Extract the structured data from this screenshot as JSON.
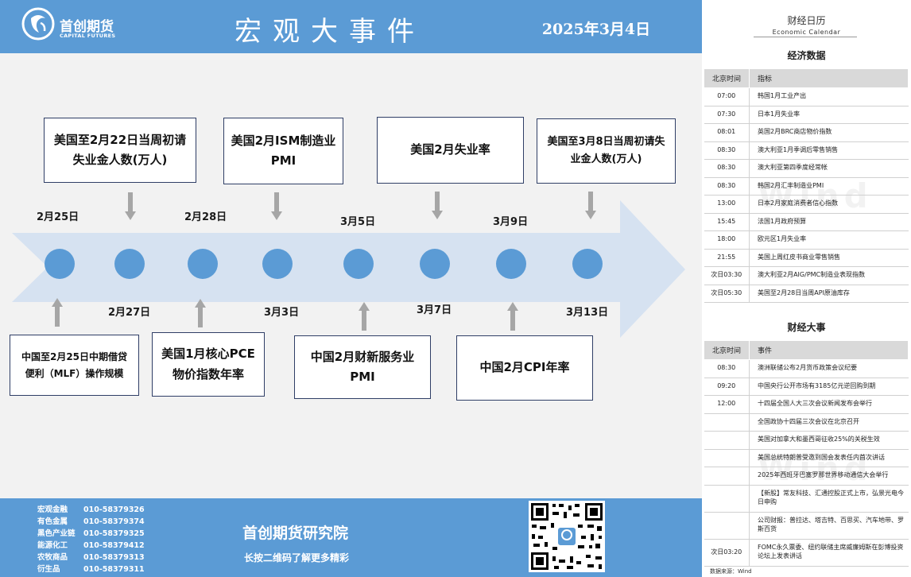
{
  "header": {
    "logo_cn": "首创期货",
    "logo_en": "CAPITAL FUTURES",
    "title": "宏观大事件",
    "date": "2025年3月4日"
  },
  "timeline": {
    "dates_top": [
      "2月25日",
      "2月28日",
      "3月5日",
      "3月9日"
    ],
    "dates_bottom": [
      "2月27日",
      "3月3日",
      "3月7日",
      "3月13日"
    ],
    "events_top": [
      "美国至2月22日当周初请失业金人数(万人)",
      "美国2月ISM制造业PMI",
      "美国2月失业率",
      "美国至3月8日当周初请失业金人数(万人)"
    ],
    "events_bottom": [
      "中国至2月25日中期借贷便利（MLF）操作规模",
      "美国1月核心PCE物价指数年率",
      "中国2月财新服务业PMI",
      "中国2月CPI年率"
    ]
  },
  "footer": {
    "contacts": [
      {
        "name": "宏观金融",
        "phone": "010-58379326"
      },
      {
        "name": "有色金属",
        "phone": "010-58379374"
      },
      {
        "name": "黑色产业链",
        "phone": "010-58379325"
      },
      {
        "name": "能源化工",
        "phone": "010-58379412"
      },
      {
        "name": "农牧商品",
        "phone": "010-58379313"
      },
      {
        "name": "衍生品",
        "phone": "010-58379311"
      }
    ],
    "institute": "首创期货研究院",
    "slogan": "长按二维码了解更多精彩"
  },
  "calendar": {
    "title": "财经日历",
    "subtitle": "Economic Calendar",
    "watermark": "Wind",
    "econ_title": "经济数据",
    "econ_headers": [
      "北京时间",
      "指标"
    ],
    "econ_rows": [
      [
        "07:00",
        "韩国1月工业产出"
      ],
      [
        "07:30",
        "日本1月失业率"
      ],
      [
        "08:01",
        "英国2月BRC商店物价指数"
      ],
      [
        "08:30",
        "澳大利亚1月季调后零售销售"
      ],
      [
        "08:30",
        "澳大利亚第四季度经常帐"
      ],
      [
        "08:30",
        "韩国2月汇丰制造业PMI"
      ],
      [
        "13:00",
        "日本2月家庭消费者信心指数"
      ],
      [
        "15:45",
        "法国1月政府预算"
      ],
      [
        "18:00",
        "欧元区1月失业率"
      ],
      [
        "21:55",
        "美国上周红皮书商业零售销售"
      ],
      [
        "次日03:30",
        "澳大利亚2月AIG/PMC制造业表现指数"
      ],
      [
        "次日05:30",
        "美国至2月28日当周API原油库存"
      ]
    ],
    "events_title": "财经大事",
    "events_headers": [
      "北京时间",
      "事件"
    ],
    "events_rows": [
      [
        "08:30",
        "澳洲联储公布2月货币政策会议纪要"
      ],
      [
        "09:20",
        "中国央行公开市场有3185亿元逆回购到期"
      ],
      [
        "12:00",
        "十四届全国人大三次会议新闻发布会举行"
      ],
      [
        "",
        "全国政协十四届三次会议在北京召开"
      ],
      [
        "",
        "美国对加拿大和墨西哥征收25%的关税生效"
      ],
      [
        "",
        "美国总统特朗普受邀到国会发表任内首次讲话"
      ],
      [
        "",
        "2025年西班牙巴塞罗那世界移动通信大会举行"
      ],
      [
        "",
        "【新股】常友科技、汇通控股正式上市，弘景光电今日申购"
      ],
      [
        "",
        "公司财报：普拉达、塔吉特、百思买、汽车地带、罗斯百货"
      ],
      [
        "次日03:20",
        "FOMC永久票委、纽约联储主席威廉姆斯在彭博投资论坛上发表讲话"
      ]
    ],
    "source": "数据来源：Wind"
  }
}
